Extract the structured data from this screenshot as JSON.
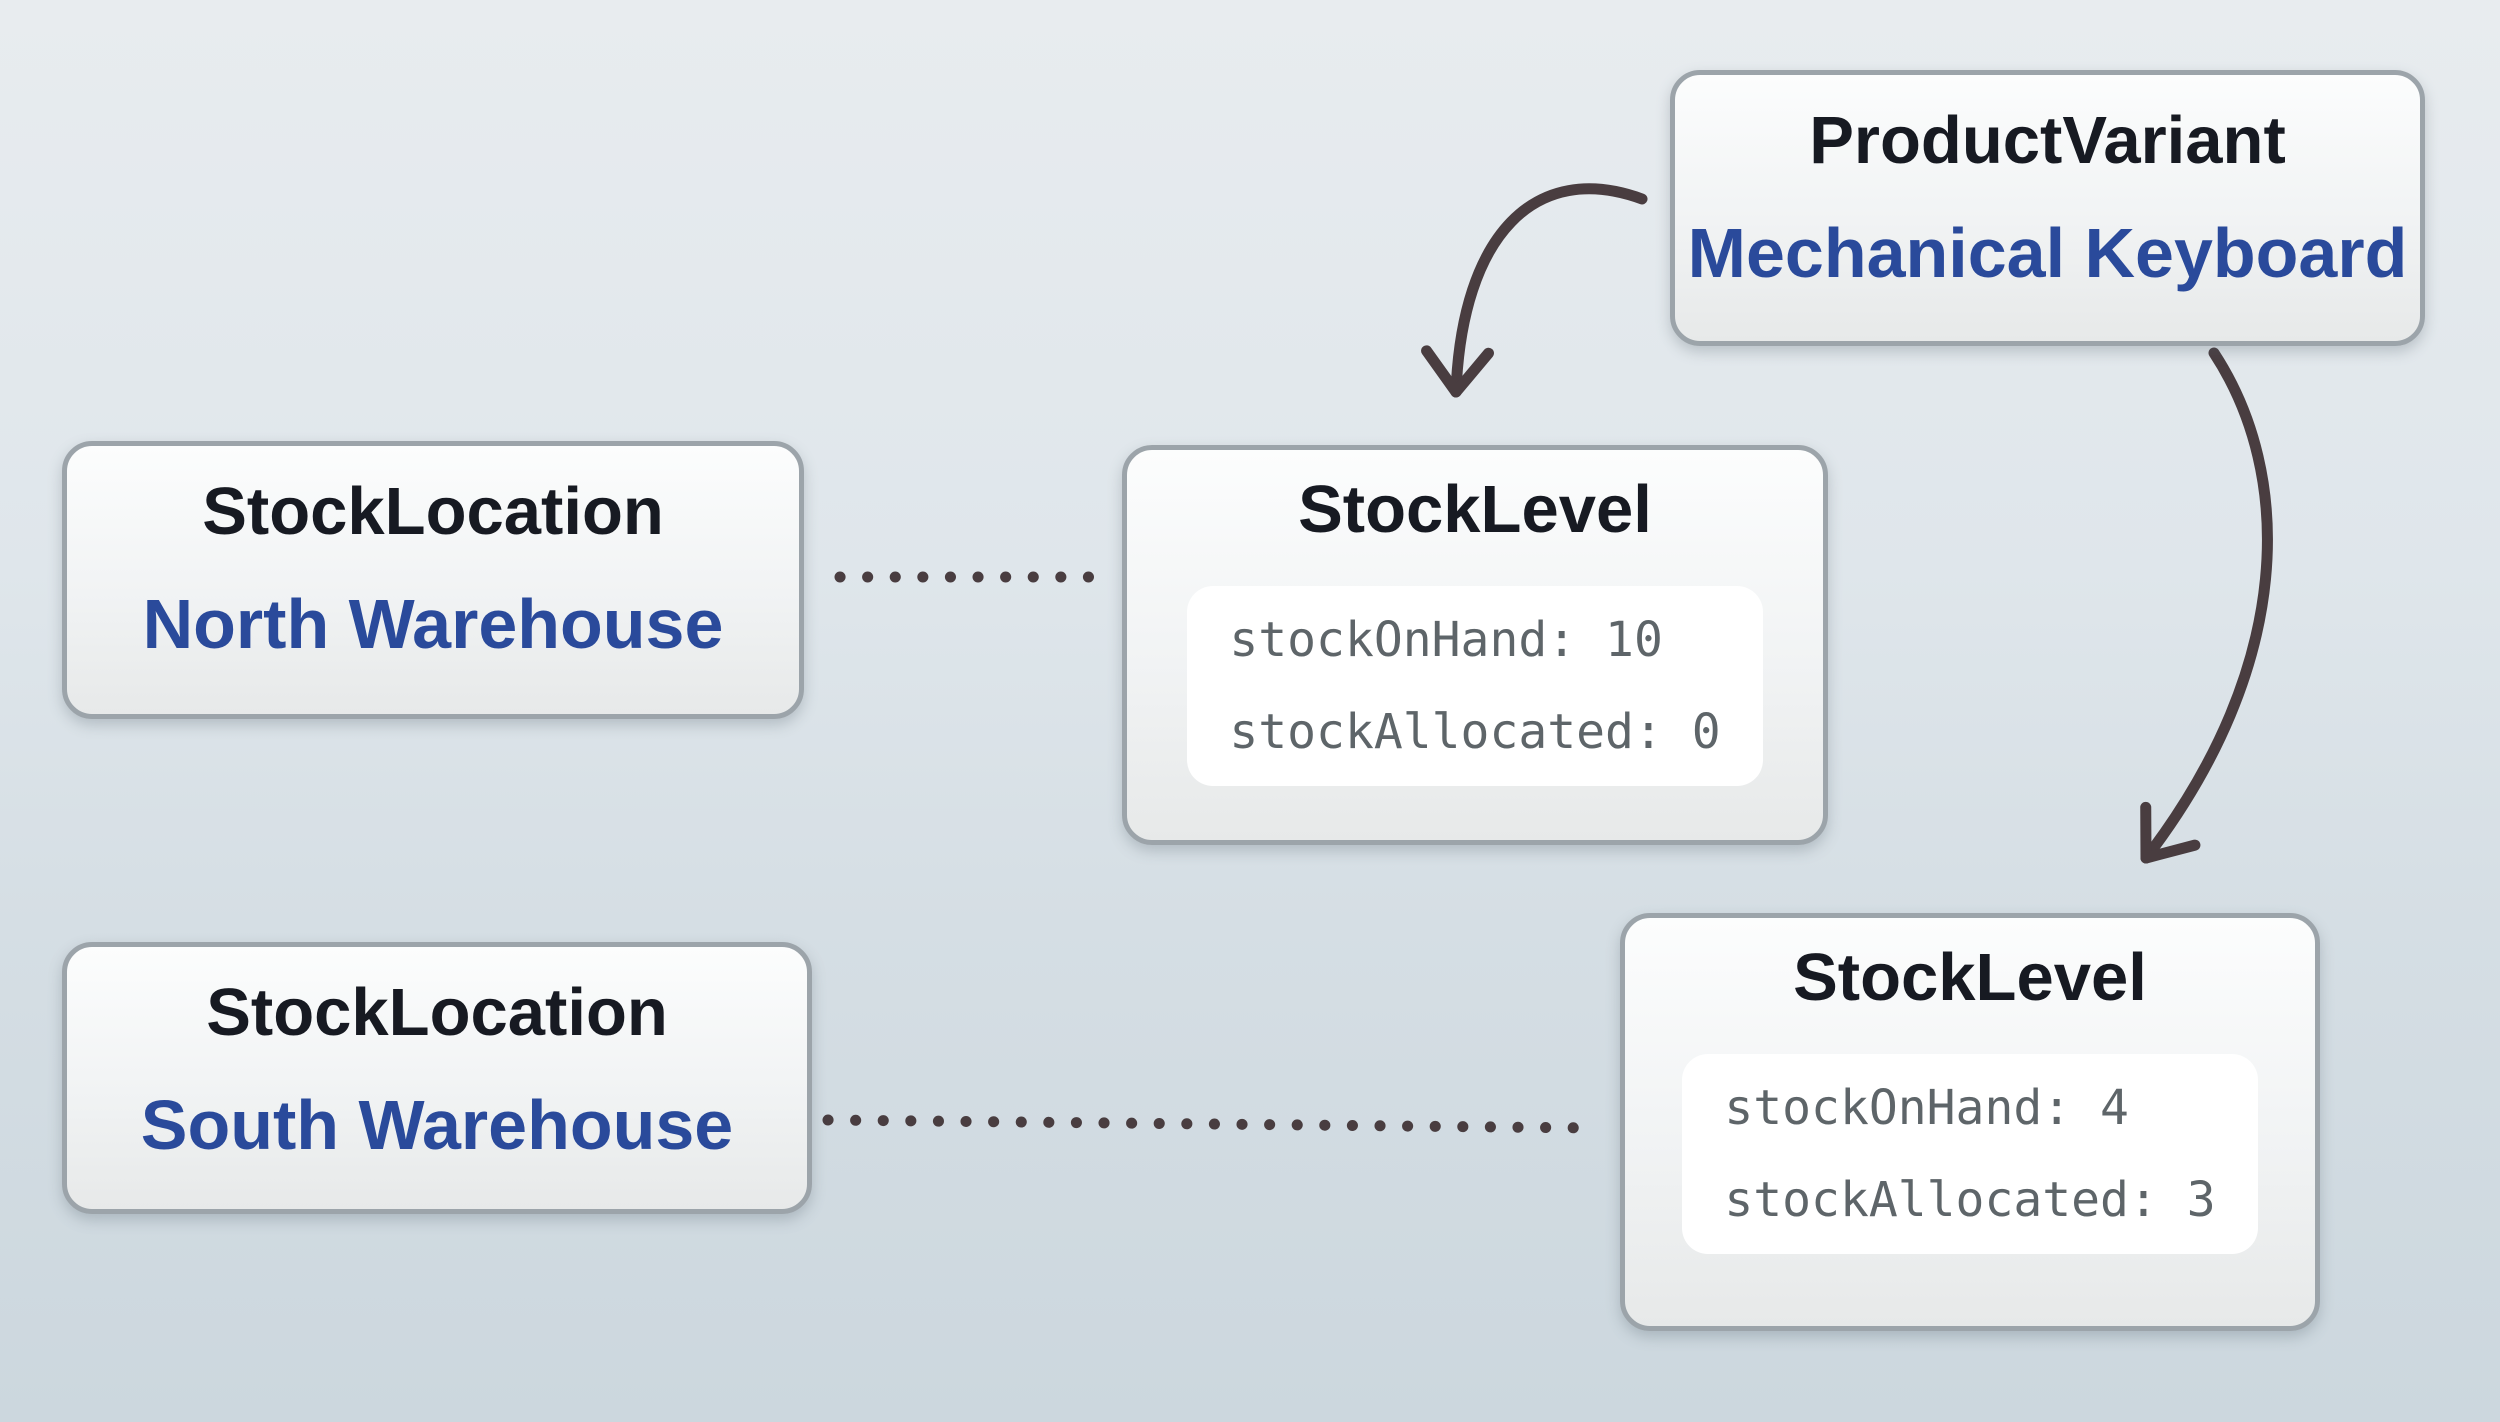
{
  "nodes": {
    "product_variant": {
      "type": "ProductVariant",
      "name": "Mechanical Keyboard"
    },
    "stock_location_north": {
      "type": "StockLocation",
      "name": "North Warehouse"
    },
    "stock_level_north": {
      "type": "StockLevel",
      "fields": [
        "stockOnHand: 10",
        "stockAllocated: 0"
      ]
    },
    "stock_location_south": {
      "type": "StockLocation",
      "name": "South Warehouse"
    },
    "stock_level_south": {
      "type": "StockLevel",
      "fields": [
        "stockOnHand: 4",
        "stockAllocated: 3"
      ]
    }
  },
  "colors": {
    "accent_blue": "#2a4a9b",
    "title_dark": "#171a22",
    "code_gray": "#5e6569",
    "connector_dark": "#493d40",
    "card_border": "#9ca4aa"
  }
}
